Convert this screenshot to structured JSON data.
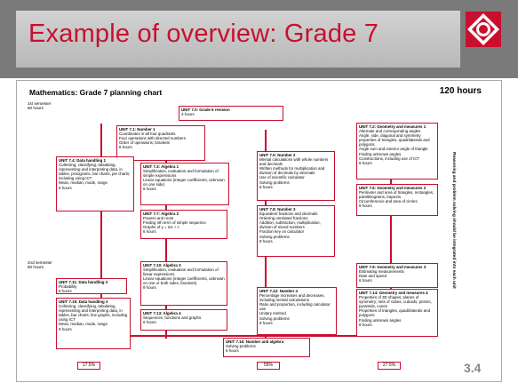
{
  "slide": {
    "title": "Example of overview: Grade 7",
    "page_number": "3.4"
  },
  "chart": {
    "title": "Mathematics: Grade 7 planning chart",
    "total": "120 hours",
    "semester1": "1st semester\n60 hours",
    "semester2": "2nd semester\n60 hours",
    "side_note": "Reasoning and problem solving should be integrated into each unit",
    "percentages": [
      "17.5%",
      "55%",
      "27.5%"
    ]
  },
  "units": {
    "u70": {
      "name": "UNIT 7.0: Grade 6 revision",
      "desc": "3 hours"
    },
    "u71": {
      "name": "UNIT 7.1: Number 1",
      "desc": "Coordinates in all four quadrants\nFour operations with directed numbers\nOrder of operations; brackets\n6 hours"
    },
    "u74": {
      "name": "UNIT 7.4: Data handling 1",
      "desc": "Collecting, classifying, tabulating, representing and interpreting data, in tables, pictograms, bar charts, pie charts; including using ICT\nMean, median, mode, range\n6 hours"
    },
    "u73": {
      "name": "UNIT 7.3: Algebra 1",
      "desc": "Simplification, evaluation and formulation of simple expressions\nLinear equations (integer coefficients, unknown on one side)\n6 hours"
    },
    "u77": {
      "name": "UNIT 7.7: Algebra 2",
      "desc": "Powers and roots\nFinding nth term of simple sequence\nGraphs of y = mx + c\n6 hours"
    },
    "u75": {
      "name": "UNIT 7.5: Number 2",
      "desc": "Mental calculations with whole numbers and decimals\nWritten methods for multiplication and division of decimals by decimals\nUse of scientific calculator\nSolving problems\n6 hours"
    },
    "u78": {
      "name": "UNIT 7.8: Number 3",
      "desc": "Equivalent fractions and decimals\nOrdering unrelated fractions\nAddition, subtraction, multiplication, division of mixed numbers\nFraction key on calculator\nSolving problems\n9 hours"
    },
    "u72": {
      "name": "UNIT 7.2: Geometry and measures 1",
      "desc": "Alternate and corresponding angles\nAngle, side, diagonal and symmetry properties of triangles, quadrilaterals and polygons\nAngle sum and exterior angle of triangle\nFinding unknown angles\nConstructions, including use of ICT\n6 hours"
    },
    "u76": {
      "name": "UNIT 7.6: Geometry and measures 2",
      "desc": "Perimeter and area of triangles, rectangles, parallelograms, trapezia\nCircumference and area of circles\n9 hours"
    },
    "u711": {
      "name": "UNIT 7.11: Data handling 2",
      "desc": "Probability\n6 hours"
    },
    "u715": {
      "name": "UNIT 7.15: Data handling 3",
      "desc": "Collecting, classifying, tabulating, representing and interpreting data, in tables, bar charts, line graphs, including using ICT\nMean, median, mode, range\n9 hours"
    },
    "u710": {
      "name": "UNIT 7.10: Algebra 3",
      "desc": "Simplification, evaluation and formulation of linear expressions\nLinear equations (integer coefficients, unknown on one or both sides, brackets)\n9 hours"
    },
    "u713": {
      "name": "UNIT 7.13: Algebra 4",
      "desc": "Sequences, functions and graphs\n6 hours"
    },
    "u712": {
      "name": "UNIT 7.12: Number 4",
      "desc": "Percentage increases and decreases, including mental calculations\nRatio and proportion, including calculator use\nUnitary method\nSolving problems\n9 hours"
    },
    "u716": {
      "name": "UNIT 7.16: Number and algebra",
      "desc": "Solving problems\n6 hours"
    },
    "u79": {
      "name": "UNIT 7.9: Geometry and measures 3",
      "desc": "Estimating measurements\nRate and speed\n6 hours"
    },
    "u714": {
      "name": "UNIT 7.14: Geometry and measures 4",
      "desc": "Properties of 3D shapes; planes of symmetry; nets of cubes, cuboids, prisms, pyramids, cones\nProperties of triangles, quadrilaterals and polygons\nFinding unknown angles\n9 hours"
    }
  },
  "colors": {
    "accent": "#c8102e",
    "header": "#7a7a7a"
  }
}
